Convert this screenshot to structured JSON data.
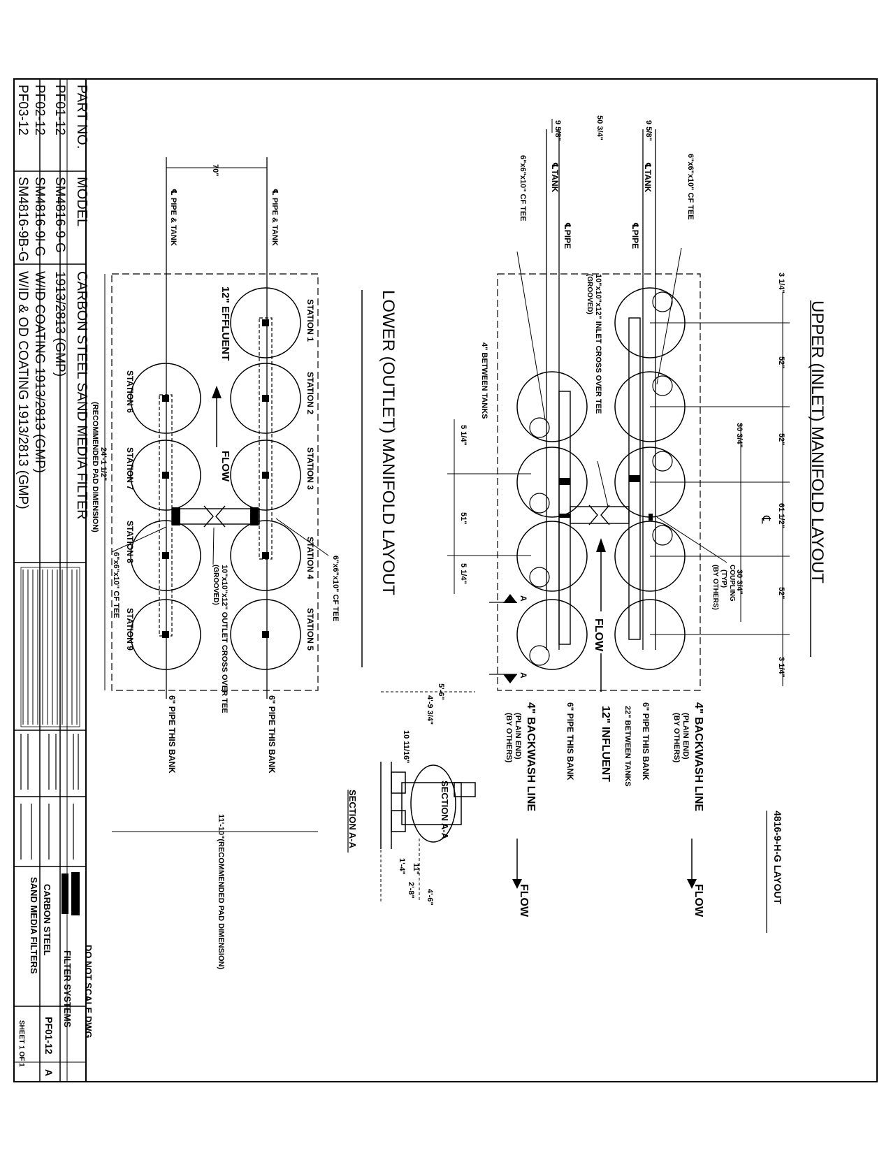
{
  "upper": {
    "title": "UPPER (INLET) MANIFOLD LAYOUT",
    "layout_id": "4816-9-H-G LAYOUT",
    "dim_top": [
      "3 1/4\"",
      "52\"",
      "52\"",
      "61 1/2\"",
      "52\"",
      "3 1/4\""
    ],
    "dim_30a": "30 3/4\"",
    "dim_30b": "30 3/4\"",
    "dim_left_a": "9 5/8\"",
    "dim_left_b": "50 3/4\"",
    "dim_left_c": "9 5/8\"",
    "cl": "℄",
    "tank_a": "℄TANK",
    "tank_b": "℄TANK",
    "pipe_a": "℄PIPE",
    "pipe_b": "℄PIPE",
    "tee_top": "6\"x6\"x10\" CF TEE",
    "tee_bottom": "6\"x6\"x10\" CF TEE",
    "inlet_cross": "10\"x10\"x12\" INLET CROSS OVER TEE",
    "grooved": "(GROOVED)",
    "coupling": [
      "COUPLING",
      "(TYP)",
      "(BY OTHERS)"
    ],
    "between_tanks": "4\" BETWEEN TANKS",
    "dim_51": "51\"",
    "dim_5a": "5 1/4\"",
    "dim_5b": "5 1/4\"",
    "flow": "FLOW",
    "backwash_a": [
      "4\" BACKWASH LINE",
      "(PLAIN END)",
      "(BY OTHERS)"
    ],
    "backwash_b": [
      "4\" BACKWASH LINE",
      "(PLAIN END)",
      "(BY OTHERS)"
    ],
    "pipe_bank_a": "6\" PIPE THIS BANK",
    "pipe_bank_b": "6\" PIPE THIS BANK",
    "influent": "12\" INFLUENT",
    "between_22": "22\" BETWEEN TANKS",
    "flow_a": "FLOW",
    "flow_b": "FLOW",
    "section_mark": "A"
  },
  "lower": {
    "title": "LOWER (OUTLET) MANIFOLD LAYOUT",
    "dim_70": "70\"",
    "pipe_tank_a": "℄ PIPE & TANK",
    "pipe_tank_b": "℄ PIPE & TANK",
    "stations_top": [
      "STATION 1",
      "STATION 2",
      "STATION 3",
      "STATION 4",
      "STATION 5"
    ],
    "stations_bottom": [
      "STATION 6",
      "STATION 7",
      "STATION 8",
      "STATION 9"
    ],
    "effluent": "12\" EFFLUENT",
    "flow": "FLOW",
    "tee_a": "6\"x6\"x10\" CF TEE",
    "tee_b": "6\"x6\"x10\" CF TEE",
    "outlet_cross": "10\"x10\"x12\" OUTLET CROSS OVER TEE",
    "grooved": "(GROOVED)",
    "pad_len": "24'-1 1/2\"",
    "pad_rec": "(RECOMMENDED PAD DIMENSION)",
    "pipe_bank_a": "6\" PIPE THIS BANK",
    "pipe_bank_b": "6\" PIPE THIS BANK",
    "pad_width": "11'-10\"(RECOMMENDED PAD DIMENSION)"
  },
  "section": {
    "title": "SECTION A-A",
    "dim_a": "5'-6\"",
    "dim_b": "4'-9 3/4\"",
    "dim_c": "10 11/16\"",
    "dim_d": "11\"",
    "dim_e": "1'-4\"",
    "dim_f": "2'-8\"",
    "dim_g": "4'-6\""
  },
  "title_block": {
    "head": [
      "PART NO.",
      "MODEL",
      "CARBON STEEL SAND MEDIA FILTER"
    ],
    "rows": [
      [
        "PF01-12",
        "SM4816-9-G",
        "1913/2813 (GMP)"
      ],
      [
        "PF02-12",
        "SM4816-9I-G",
        "W/ID COATING 1913/2813 (GMP)"
      ],
      [
        "PF03-12",
        "SM4816-9B-G",
        "W/ID & OD COATING 1913/2813 (GMP)"
      ]
    ],
    "do_not_scale": "DO NOT SCALE DWG.",
    "company": "FILTER SYSTEMS",
    "drawing_title": [
      "CARBON STEEL",
      "SAND MEDIA FILTERS"
    ],
    "drawing_no": "PF01-12",
    "rev": "A",
    "sheet": "SHEET 1 OF 1"
  }
}
